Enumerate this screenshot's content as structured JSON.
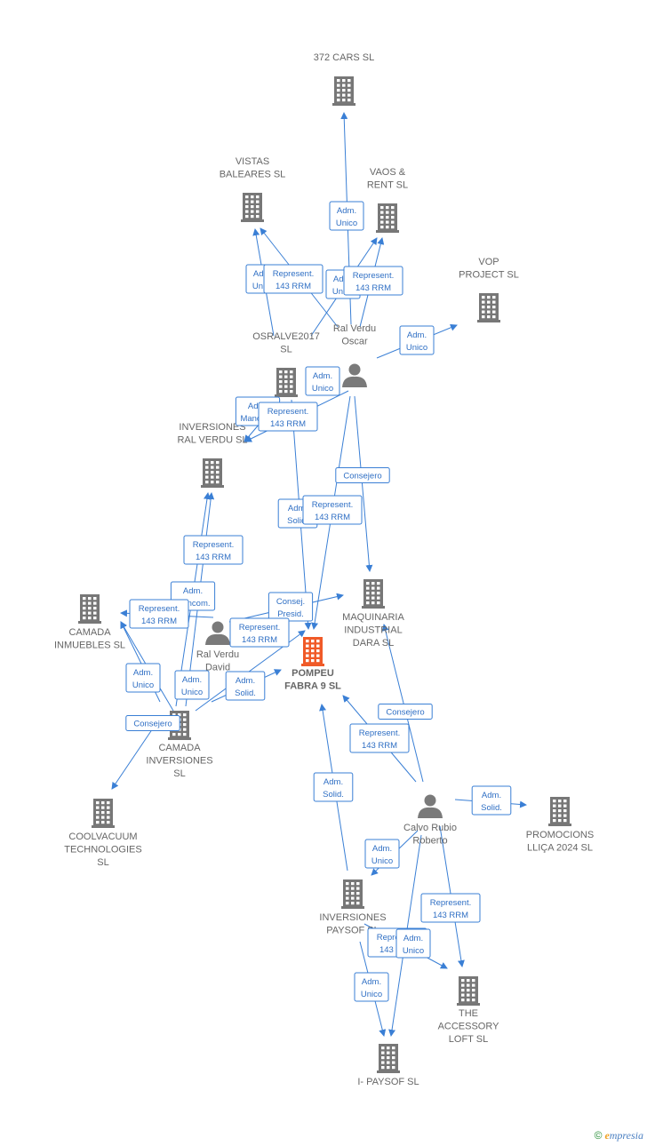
{
  "brand": {
    "copyright": "©",
    "initial": "e",
    "name": "mpresia"
  },
  "colors": {
    "building": "#777777",
    "focus": "#f05a28",
    "person": "#7a7a7a",
    "edge": "#3a7fd5"
  },
  "nodes": [
    {
      "id": "372cars",
      "type": "company",
      "lines": [
        "372 CARS  SL"
      ]
    },
    {
      "id": "vistas",
      "type": "company",
      "lines": [
        "VISTAS",
        "BALEARES  SL"
      ]
    },
    {
      "id": "vaos",
      "type": "company",
      "lines": [
        "VAOS &",
        "RENT  SL"
      ]
    },
    {
      "id": "vop",
      "type": "company",
      "lines": [
        "VOP",
        "PROJECT  SL"
      ]
    },
    {
      "id": "osralve",
      "type": "company",
      "lines": [
        "OSRALVE2017",
        "SL"
      ]
    },
    {
      "id": "ralverduoscar",
      "type": "person",
      "lines": [
        "Ral Verdu",
        "Oscar"
      ]
    },
    {
      "id": "invralverdu",
      "type": "company",
      "lines": [
        "INVERSIONES",
        "RAL VERDU  SL"
      ]
    },
    {
      "id": "maquinaria",
      "type": "company",
      "lines": [
        "MAQUINARIA",
        "INDUSTRIAL",
        "DARA SL"
      ]
    },
    {
      "id": "camadainm",
      "type": "company",
      "lines": [
        "CAMADA",
        "INMUEBLES  SL"
      ]
    },
    {
      "id": "ralverdudavid",
      "type": "person",
      "lines": [
        "Ral Verdu",
        "David"
      ]
    },
    {
      "id": "pompeu",
      "type": "focus",
      "lines": [
        "POMPEU",
        "FABRA 9  SL"
      ]
    },
    {
      "id": "camadainv",
      "type": "company",
      "lines": [
        "CAMADA",
        "INVERSIONES",
        "SL"
      ]
    },
    {
      "id": "coolvacuum",
      "type": "company",
      "lines": [
        "COOLVACUUM",
        "TECHNOLOGIES",
        "SL"
      ]
    },
    {
      "id": "calvorubio",
      "type": "person",
      "lines": [
        "Calvo Rubio",
        "Roberto"
      ]
    },
    {
      "id": "promocions",
      "type": "company",
      "lines": [
        "PROMOCIONS",
        "LLIÇA 2024  SL"
      ]
    },
    {
      "id": "invpaysof",
      "type": "company",
      "lines": [
        "INVERSIONES",
        "PAYSOF  SL"
      ]
    },
    {
      "id": "accessory",
      "type": "company",
      "lines": [
        "THE",
        "ACCESSORY",
        "LOFT  SL"
      ]
    },
    {
      "id": "ipaysof",
      "type": "company",
      "lines": [
        "I- PAYSOF  SL"
      ]
    }
  ],
  "edges": [
    {
      "from": "ralverduoscar",
      "to": "372cars",
      "label": [
        "Adm.",
        "Unico"
      ]
    },
    {
      "from": "osralve",
      "to": "vistas",
      "label": [
        "Adm.",
        "Unico"
      ]
    },
    {
      "from": "ralverduoscar",
      "to": "vistas",
      "label": [
        "Represent.",
        "143 RRM"
      ]
    },
    {
      "from": "osralve",
      "to": "vaos",
      "label": [
        "Adm.",
        "Unico"
      ]
    },
    {
      "from": "ralverduoscar",
      "to": "vaos",
      "label": [
        "Represent.",
        "143 RRM"
      ]
    },
    {
      "from": "ralverduoscar",
      "to": "vop",
      "label": [
        "Adm.",
        "Unico"
      ]
    },
    {
      "from": "ralverduoscar",
      "to": "invralverdu",
      "label": [
        "Adm.",
        "Unico"
      ]
    },
    {
      "from": "osralve",
      "to": "invralverdu",
      "label": [
        "Adm.",
        "Mancom."
      ]
    },
    {
      "from": "ralverduoscar",
      "to": "invralverdu",
      "label": [
        "Represent.",
        "143 RRM"
      ]
    },
    {
      "from": "ralverduoscar",
      "to": "maquinaria",
      "label": [
        "Consejero"
      ]
    },
    {
      "from": "osralve",
      "to": "pompeu",
      "label": [
        "Adm.",
        "Solid."
      ]
    },
    {
      "from": "ralverduoscar",
      "to": "pompeu",
      "label": [
        "Represent.",
        "143 RRM"
      ]
    },
    {
      "from": "camadainv",
      "to": "invralverdu",
      "label": [
        "Represent.",
        "143 RRM"
      ]
    },
    {
      "from": "camadainv",
      "to": "invralverdu",
      "label": [
        "Adm.",
        "Mancom."
      ]
    },
    {
      "from": "ralverdudavid",
      "to": "camadainm",
      "label": [
        "Represent.",
        "143 RRM"
      ]
    },
    {
      "from": "ralverdudavid",
      "to": "maquinaria",
      "label": [
        "Consej.",
        "Presid."
      ]
    },
    {
      "from": "camadainv",
      "to": "pompeu",
      "label": [
        "Represent.",
        "143 RRM"
      ]
    },
    {
      "from": "camadainv",
      "to": "camadainm",
      "label": [
        "Adm.",
        "Unico"
      ]
    },
    {
      "from": "camadainv",
      "to": "camadainm",
      "label": [
        "Adm.",
        "Unico"
      ]
    },
    {
      "from": "camadainv",
      "to": "pompeu",
      "label": [
        "Adm.",
        "Solid."
      ]
    },
    {
      "from": "camadainv",
      "to": "coolvacuum",
      "label": [
        "Consejero"
      ]
    },
    {
      "from": "calvorubio",
      "to": "maquinaria",
      "label": [
        "Consejero"
      ]
    },
    {
      "from": "calvorubio",
      "to": "pompeu",
      "label": [
        "Represent.",
        "143 RRM"
      ]
    },
    {
      "from": "invpaysof",
      "to": "pompeu",
      "label": [
        "Adm.",
        "Solid."
      ]
    },
    {
      "from": "calvorubio",
      "to": "promocions",
      "label": [
        "Adm.",
        "Solid."
      ]
    },
    {
      "from": "calvorubio",
      "to": "ipaysof",
      "label": [
        "Adm.",
        "Unico"
      ]
    },
    {
      "from": "calvorubio",
      "to": "accessory",
      "label": [
        "Represent.",
        "143 RRM"
      ]
    },
    {
      "from": "invpaysof",
      "to": "accessory",
      "label": [
        "Represent.",
        "143 RRM"
      ]
    },
    {
      "from": "calvorubio",
      "to": "ipaysof",
      "label": [
        "Adm.",
        "Unico"
      ]
    },
    {
      "from": "invpaysof",
      "to": "ipaysof",
      "label": [
        "Adm.",
        "Unico"
      ]
    }
  ]
}
